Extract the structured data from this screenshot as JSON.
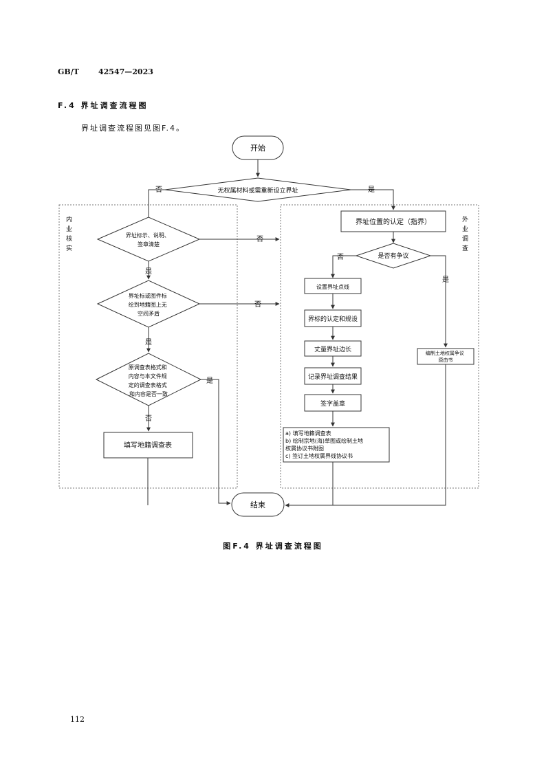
{
  "header": {
    "standard": "GB/T",
    "number": "42547—2023"
  },
  "section": {
    "title": "F.4  界址调查流程图",
    "intro": "界址调查流程图见图F.4。"
  },
  "flow": {
    "start": "开始",
    "end": "结束",
    "top_decision": "无权属材料或需重新设立界址",
    "no": "否",
    "yes": "是",
    "inner_label": "内业核实",
    "outer_label": "外业调查",
    "inner_d1": [
      "界址标示、说明、",
      "签章清楚"
    ],
    "inner_d2": [
      "界址标或图件标",
      "绘到地籍图上无",
      "空间矛盾"
    ],
    "inner_d3": [
      "原调查表格式和",
      "内容与本文件规",
      "定的调查表格式",
      "和内容是否一致"
    ],
    "fill_table": "填写地籍调查表",
    "outer_confirm": "界址位置的认定（指界）",
    "dispute": "是否有争议",
    "dispute_doc": [
      "编制土地权属争议",
      "原由书"
    ],
    "steps": [
      "设置界址点线",
      "界标的认定和规设",
      "丈量界址边长",
      "记录界址调查结果",
      "签字盖章"
    ],
    "final_list": [
      "a) 填写地籍调查表",
      "b) 绘制宗地(海)草图或绘制土地",
      "    权属协议书附图",
      "c) 签订土地权属界线协议书"
    ]
  },
  "caption": "图F.4  界址调查流程图",
  "page_number": "112"
}
